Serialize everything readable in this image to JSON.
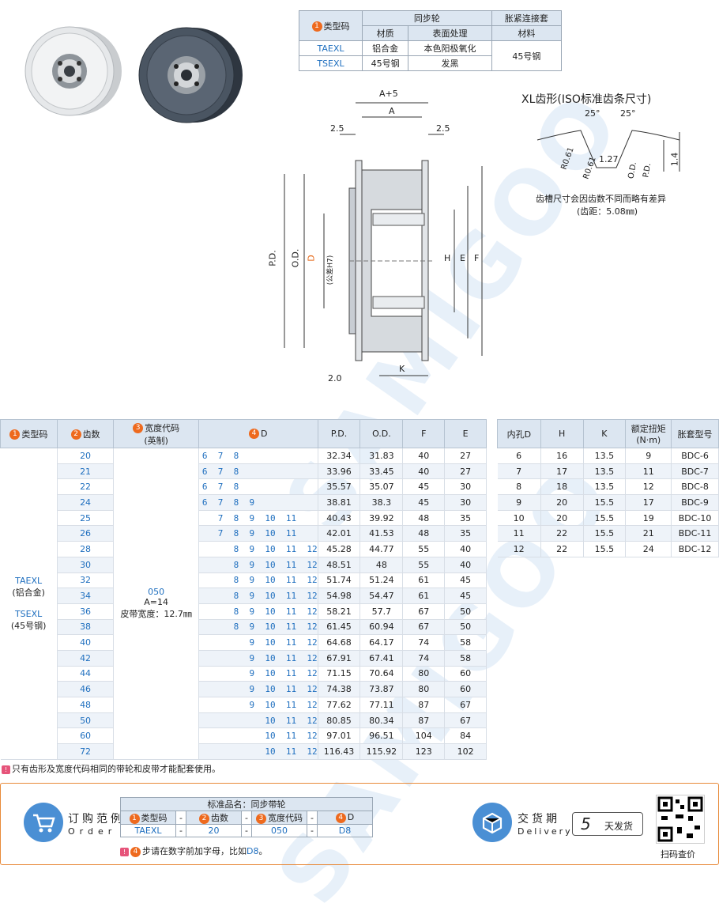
{
  "material_table": {
    "h_type": "类型码",
    "h_pulley": "同步轮",
    "h_bushing": "胀紧连接套",
    "h_material": "材质",
    "h_surface": "表面处理",
    "h_bmaterial": "材料",
    "rows": [
      {
        "code": "TAEXL",
        "material": "铝合金",
        "surface": "本色阳极氧化"
      },
      {
        "code": "TSEXL",
        "material": "45号钢",
        "surface": "发黑"
      }
    ],
    "bushing_material": "45号钢"
  },
  "drawing": {
    "a_plus": "A+5",
    "a": "A",
    "gap_left": "2.5",
    "gap_right": "2.5",
    "pd": "P.D.",
    "od": "O.D.",
    "d_label": "D",
    "d_tol": "(公差H7)",
    "h": "H",
    "e": "E",
    "f": "F",
    "k": "K",
    "bottom_gap": "2.0"
  },
  "tooth": {
    "title": "XL齿形(ISO标准齿条尺寸)",
    "angle1": "25°",
    "angle2": "25°",
    "r1": "R0.61",
    "r2": "R0.61",
    "w": "1.27",
    "od": "O.D.",
    "pd": "P.D.",
    "h": "1.4",
    "note1": "齿槽尺寸会因齿数不同而略有差异",
    "note2": "(齿距：5.08㎜)"
  },
  "main_table": {
    "headers": {
      "type": "类型码",
      "teeth": "齿数",
      "width": "宽度代码",
      "width_sub": "(英制)",
      "d": "D",
      "pd": "P.D.",
      "od": "O.D.",
      "f": "F",
      "e": "E"
    },
    "type_text": {
      "t1": "TAEXL",
      "t1s": "(铝合金)",
      "t2": "TSEXL",
      "t2s": "(45号钢)"
    },
    "width_text": {
      "code": "050",
      "a": "A=14",
      "belt": "皮带宽度：12.7㎜"
    },
    "rows": [
      {
        "teeth": "20",
        "d": "6  7  8",
        "pd": "32.34",
        "od": "31.83",
        "f": "40",
        "e": "27"
      },
      {
        "teeth": "21",
        "d": "6  7  8",
        "pd": "33.96",
        "od": "33.45",
        "f": "40",
        "e": "27"
      },
      {
        "teeth": "22",
        "d": "6  7  8",
        "pd": "35.57",
        "od": "35.07",
        "f": "45",
        "e": "30"
      },
      {
        "teeth": "24",
        "d": "6  7  8  9",
        "pd": "38.81",
        "od": "38.3",
        "f": "45",
        "e": "30"
      },
      {
        "teeth": "25",
        "d": "   7  8  9  10  11",
        "pd": "40.43",
        "od": "39.92",
        "f": "48",
        "e": "35"
      },
      {
        "teeth": "26",
        "d": "   7  8  9  10  11",
        "pd": "42.01",
        "od": "41.53",
        "f": "48",
        "e": "35"
      },
      {
        "teeth": "28",
        "d": "      8  9  10  11  12",
        "pd": "45.28",
        "od": "44.77",
        "f": "55",
        "e": "40"
      },
      {
        "teeth": "30",
        "d": "      8  9  10  11  12",
        "pd": "48.51",
        "od": "48",
        "f": "55",
        "e": "40"
      },
      {
        "teeth": "32",
        "d": "      8  9  10  11  12",
        "pd": "51.74",
        "od": "51.24",
        "f": "61",
        "e": "45"
      },
      {
        "teeth": "34",
        "d": "      8  9  10  11  12",
        "pd": "54.98",
        "od": "54.47",
        "f": "61",
        "e": "45"
      },
      {
        "teeth": "36",
        "d": "      8  9  10  11  12",
        "pd": "58.21",
        "od": "57.7",
        "f": "67",
        "e": "50"
      },
      {
        "teeth": "38",
        "d": "      8  9  10  11  12",
        "pd": "61.45",
        "od": "60.94",
        "f": "67",
        "e": "50"
      },
      {
        "teeth": "40",
        "d": "         9  10  11  12",
        "pd": "64.68",
        "od": "64.17",
        "f": "74",
        "e": "58"
      },
      {
        "teeth": "42",
        "d": "         9  10  11  12",
        "pd": "67.91",
        "od": "67.41",
        "f": "74",
        "e": "58"
      },
      {
        "teeth": "44",
        "d": "         9  10  11  12",
        "pd": "71.15",
        "od": "70.64",
        "f": "80",
        "e": "60"
      },
      {
        "teeth": "46",
        "d": "         9  10  11  12",
        "pd": "74.38",
        "od": "73.87",
        "f": "80",
        "e": "60"
      },
      {
        "teeth": "48",
        "d": "         9  10  11  12",
        "pd": "77.62",
        "od": "77.11",
        "f": "87",
        "e": "67"
      },
      {
        "teeth": "50",
        "d": "            10  11  12",
        "pd": "80.85",
        "od": "80.34",
        "f": "87",
        "e": "67"
      },
      {
        "teeth": "60",
        "d": "            10  11  12",
        "pd": "97.01",
        "od": "96.51",
        "f": "104",
        "e": "84"
      },
      {
        "teeth": "72",
        "d": "            10  11  12",
        "pd": "116.43",
        "od": "115.92",
        "f": "123",
        "e": "102"
      }
    ]
  },
  "side_table": {
    "headers": {
      "d": "内孔D",
      "h": "H",
      "k": "K",
      "torque": "额定扭矩",
      "torque_unit": "(N·m)",
      "model": "胀套型号"
    },
    "rows": [
      {
        "d": "6",
        "h": "16",
        "k": "13.5",
        "t": "9",
        "m": "BDC-6"
      },
      {
        "d": "7",
        "h": "17",
        "k": "13.5",
        "t": "11",
        "m": "BDC-7"
      },
      {
        "d": "8",
        "h": "18",
        "k": "13.5",
        "t": "12",
        "m": "BDC-8"
      },
      {
        "d": "9",
        "h": "20",
        "k": "15.5",
        "t": "17",
        "m": "BDC-9"
      },
      {
        "d": "10",
        "h": "20",
        "k": "15.5",
        "t": "19",
        "m": "BDC-10"
      },
      {
        "d": "11",
        "h": "22",
        "k": "15.5",
        "t": "21",
        "m": "BDC-11"
      },
      {
        "d": "12",
        "h": "22",
        "k": "15.5",
        "t": "24",
        "m": "BDC-12"
      }
    ]
  },
  "note": "只有齿形及宽度代码相同的带轮和皮带才能配套使用。",
  "order": {
    "title_cn": "订购范例",
    "title_en": "Order",
    "std_name": "标准品名：同步带轮",
    "h_type": "类型码",
    "h_teeth": "齿数",
    "h_width": "宽度代码",
    "h_d": "D",
    "dash": "-",
    "v_type": "TAEXL",
    "v_teeth": "20",
    "v_width": "050",
    "v_d": "D8",
    "note_prefix": "步请在数字前加字母，比如",
    "note_example": "D8",
    "note_suffix": "。",
    "delivery_cn": "交货期",
    "delivery_en": "Delivery",
    "days": "5",
    "days_label": "天发货",
    "qr_label": "扫码查价"
  },
  "watermark": "SAMIGOO"
}
